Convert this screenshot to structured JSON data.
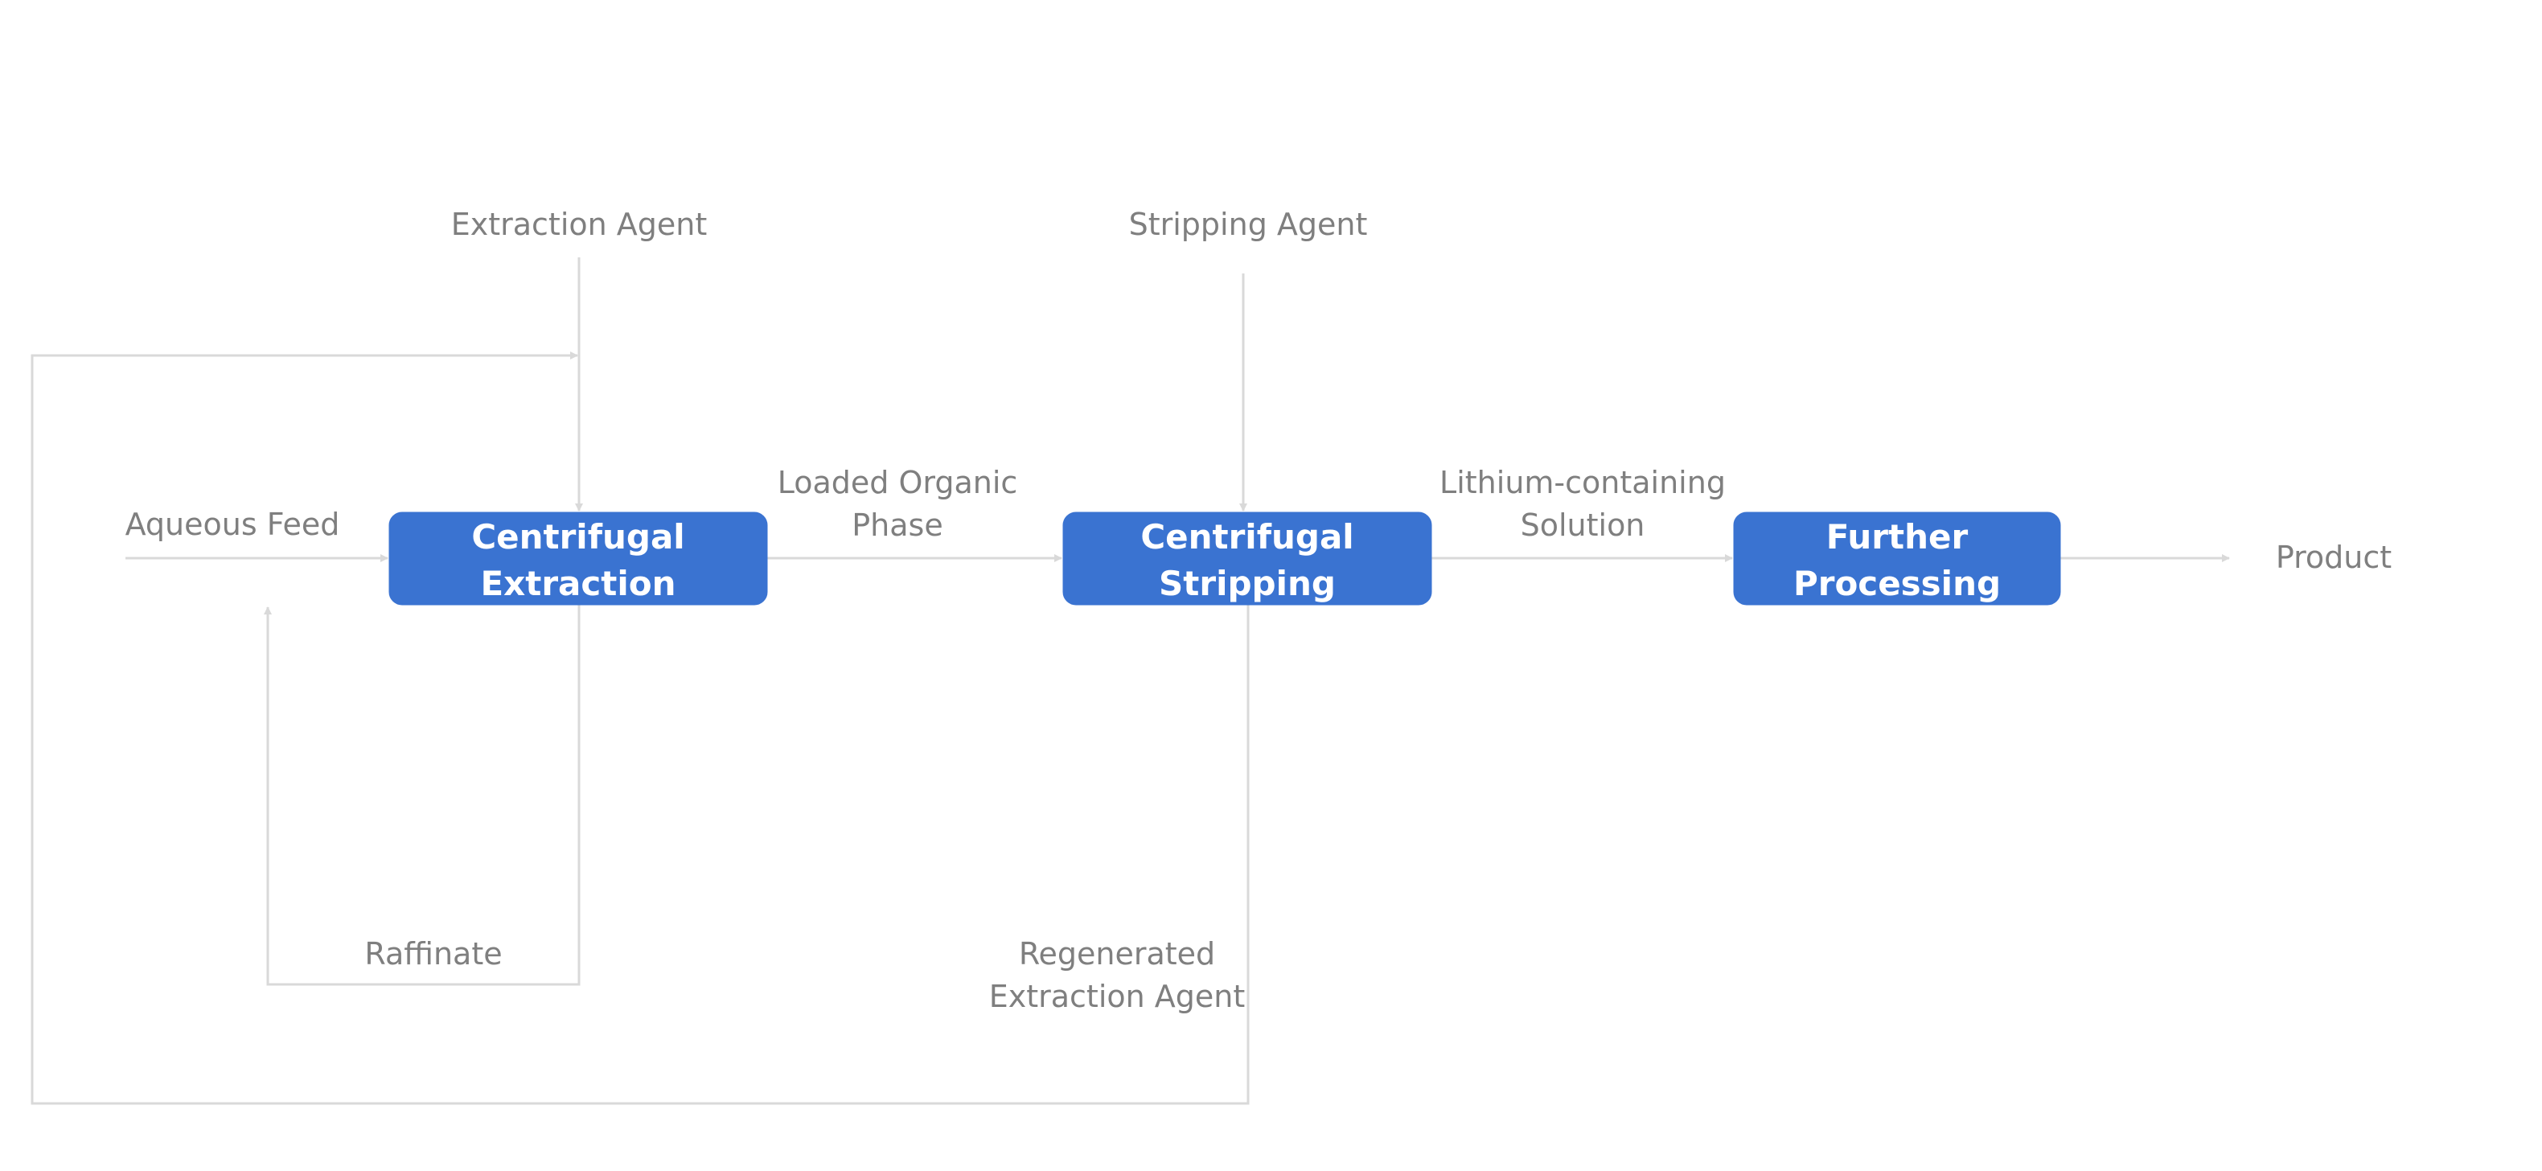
{
  "colors": {
    "box_fill": "#3a73d1",
    "box_text": "#ffffff",
    "label_text": "#7f7f7f",
    "flow_line": "#d9d9d9",
    "background": "#ffffff"
  },
  "nodes": {
    "extraction": {
      "line1": "Centrifugal",
      "line2": "Extraction"
    },
    "stripping": {
      "line1": "Centrifugal",
      "line2": "Stripping"
    },
    "processing": {
      "line1": "Further",
      "line2": "Processing"
    }
  },
  "labels": {
    "extraction_agent": "Extraction Agent",
    "stripping_agent": "Stripping Agent",
    "aqueous_feed": "Aqueous Feed",
    "loaded_organic_line1": "Loaded Organic",
    "loaded_organic_line2": "Phase",
    "lithium_solution_line1": "Lithium-containing",
    "lithium_solution_line2": "Solution",
    "product": "Product",
    "raffinate": "Raffinate",
    "regenerated_line1": "Regenerated",
    "regenerated_line2": "Extraction Agent"
  }
}
